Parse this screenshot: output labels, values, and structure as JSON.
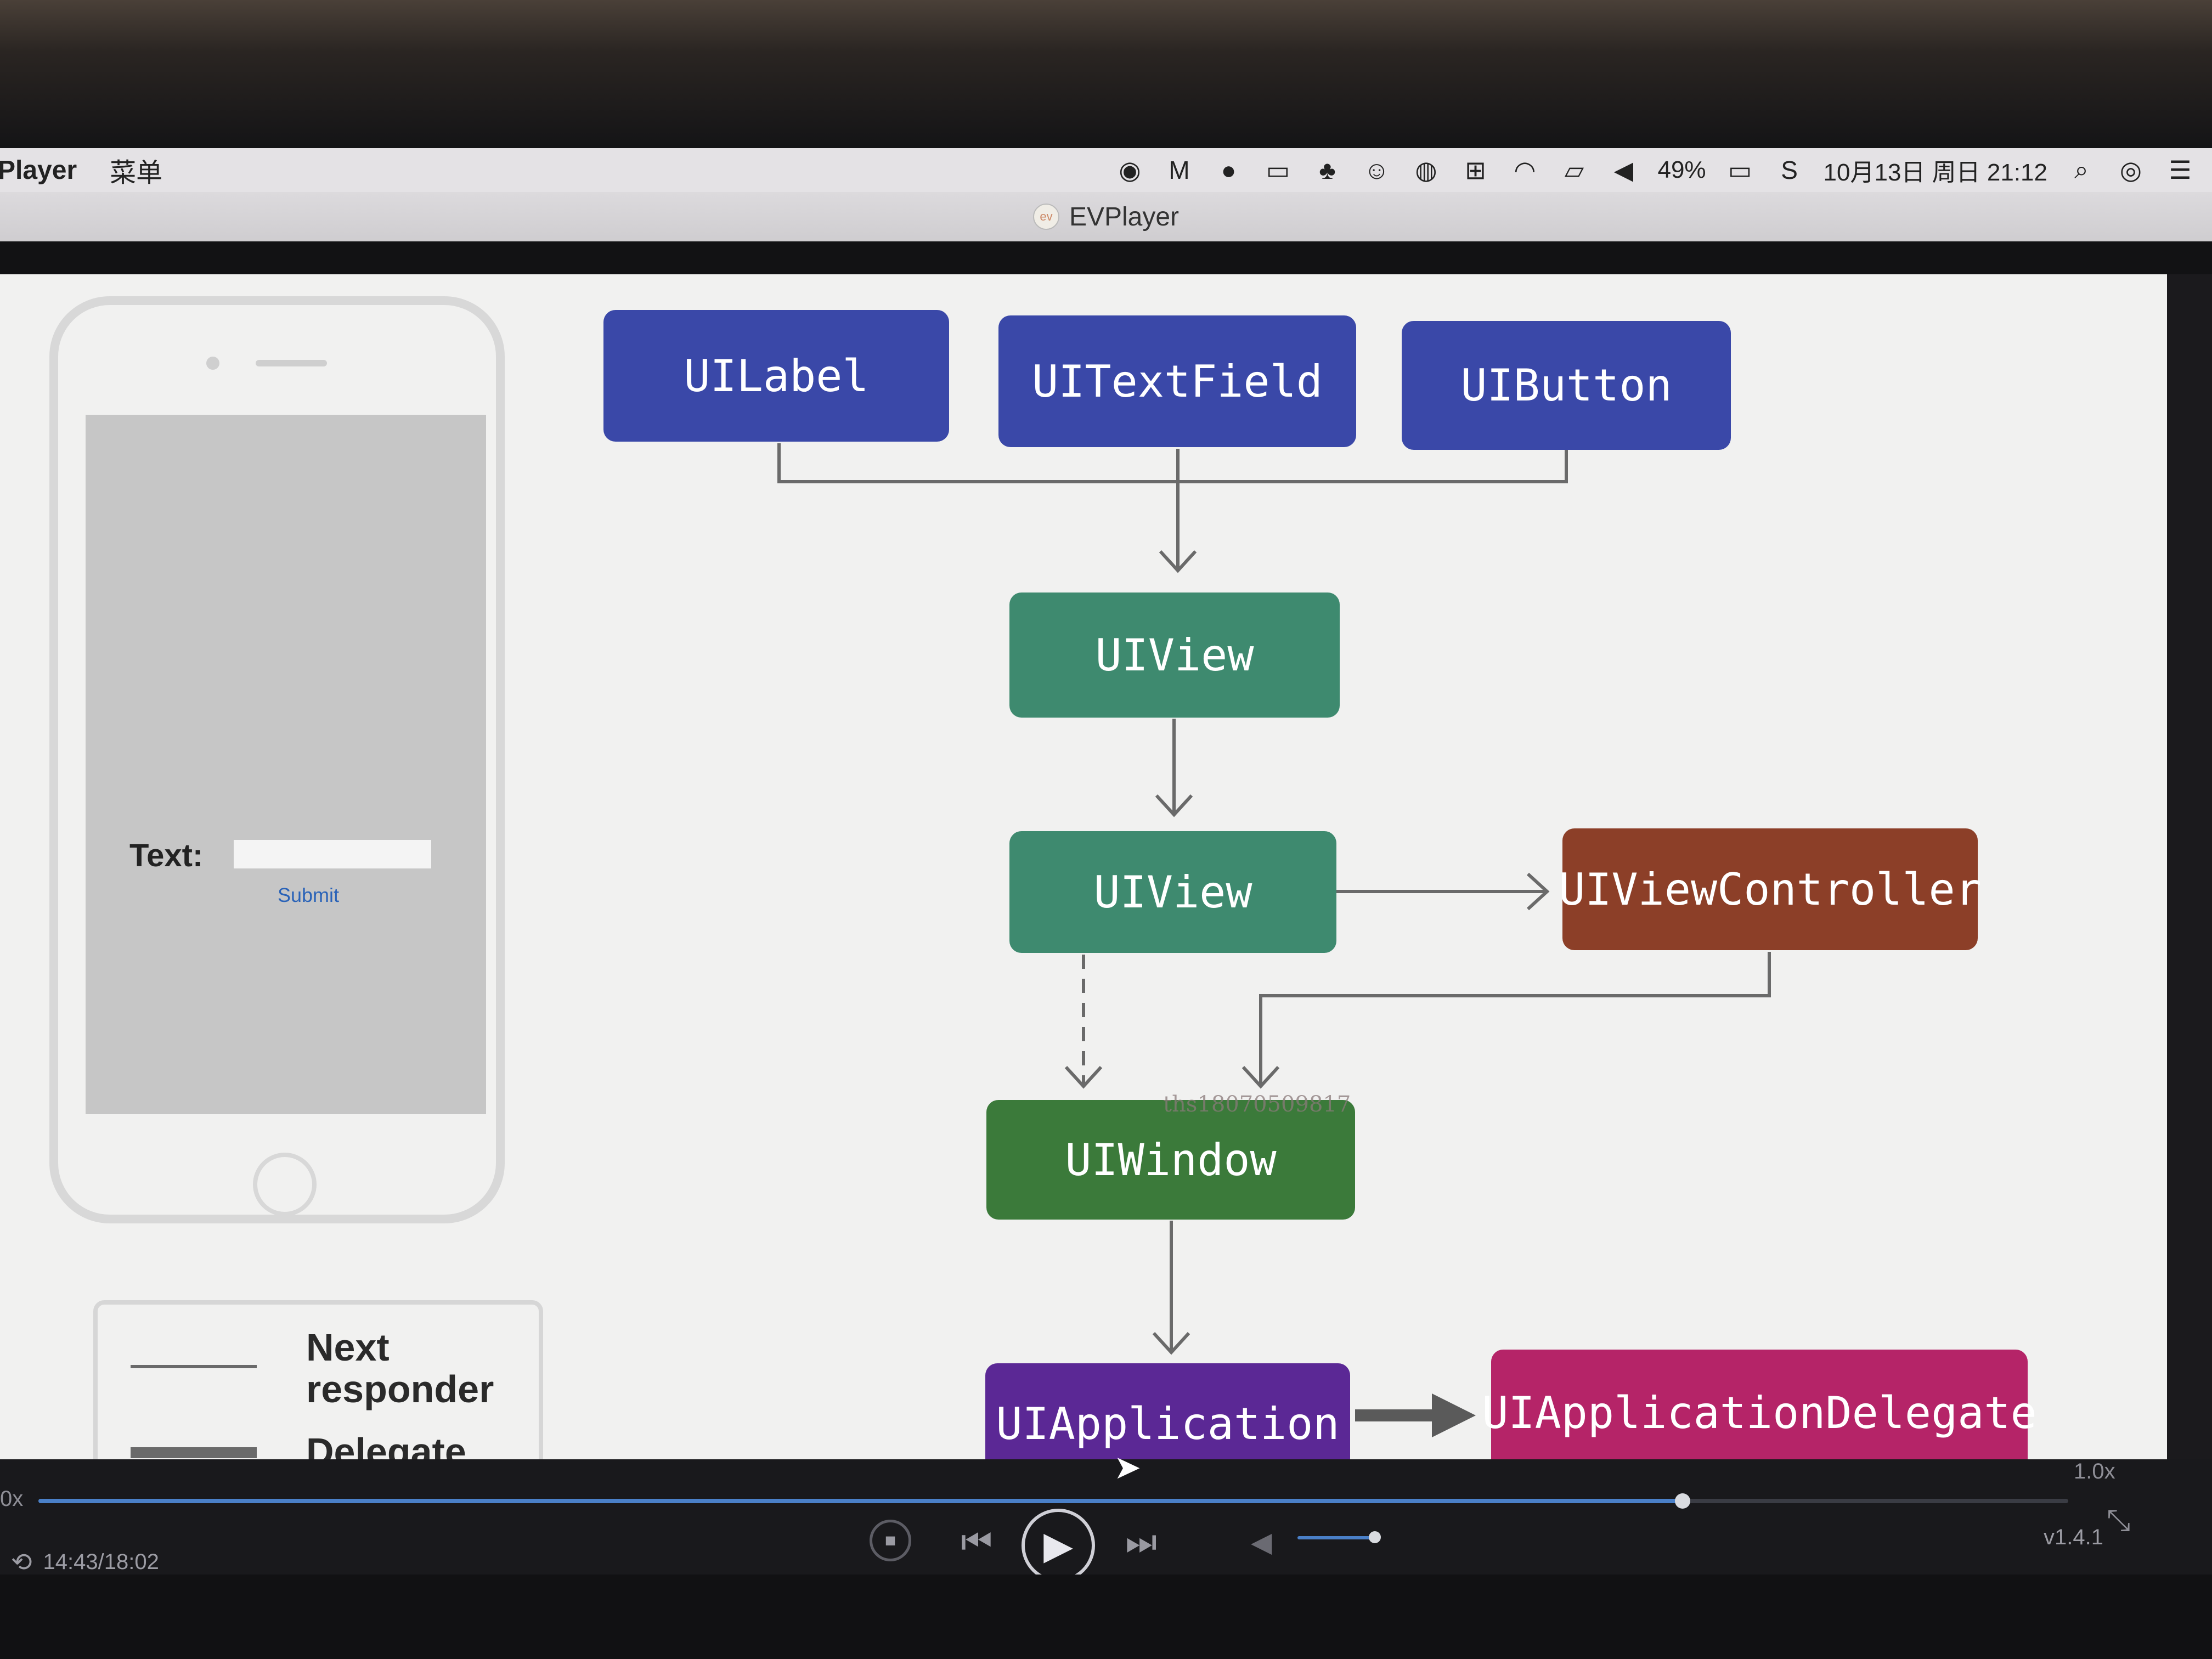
{
  "menubar": {
    "app_name": "Player",
    "menu_label": "菜单",
    "status_icons": [
      "wechat-icon",
      "gmail-icon",
      "qq-icon",
      "screen-icon",
      "evernote-icon",
      "emoji-icon",
      "mic-icon",
      "input-icon",
      "wifi-icon",
      "airplay-icon",
      "volume-icon"
    ],
    "battery": "49%",
    "sogou_icon": "S",
    "datetime": "10月13日 周日 21:12"
  },
  "window": {
    "title": "EVPlayer"
  },
  "phone": {
    "field_label": "Text:",
    "submit_label": "Submit"
  },
  "legend": {
    "next_responder": "Next responder",
    "delegate": "Delegate"
  },
  "diagram": {
    "uilabel": "UILabel",
    "uitextfield": "UITextField",
    "uibutton": "UIButton",
    "uiview_1": "UIView",
    "uiview_2": "UIView",
    "uiviewcontroller": "UIViewController",
    "uiwindow": "UIWindow",
    "uiapplication": "UIApplication",
    "uiapplicationdelegate": "UIApplicationDelegate",
    "watermark": "ths18070509817"
  },
  "player": {
    "progress": 0.81,
    "speed_left": "0x",
    "speed_right": "1.0x",
    "time": "14:43/18:02",
    "version": "v1.4.1",
    "volume": 0.9
  },
  "colors": {
    "blue": "#3a48a8",
    "teal": "#3e8a6f",
    "green": "#3b7a3a",
    "brown": "#8c3f28",
    "purple": "#5b2895",
    "pink": "#b52468"
  }
}
